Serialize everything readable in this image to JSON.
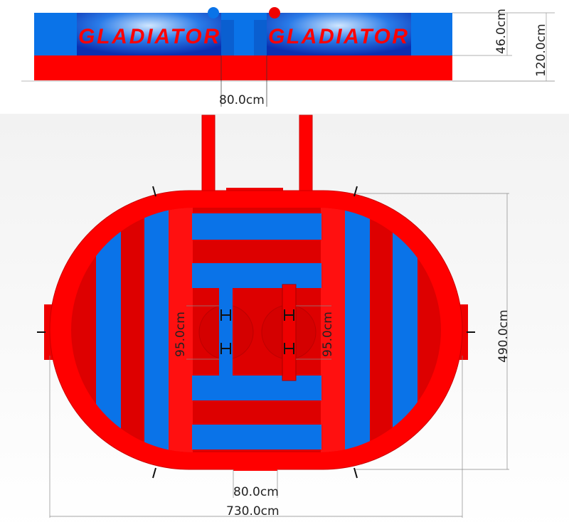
{
  "banner": {
    "left_text": "GLADIATOR",
    "right_text": "GLADIATOR"
  },
  "elevation": {
    "gap_width": "80.0cm",
    "banner_height": "46.0cm",
    "total_height": "120.0cm"
  },
  "plan": {
    "pedestal_left_length": "95.0cm",
    "pedestal_right_length": "95.0cm",
    "depth": "490.0cm",
    "entrance_width": "80.0cm",
    "length": "730.0cm"
  },
  "colors": {
    "red": "#ff0000",
    "blue": "#0a73e8"
  }
}
